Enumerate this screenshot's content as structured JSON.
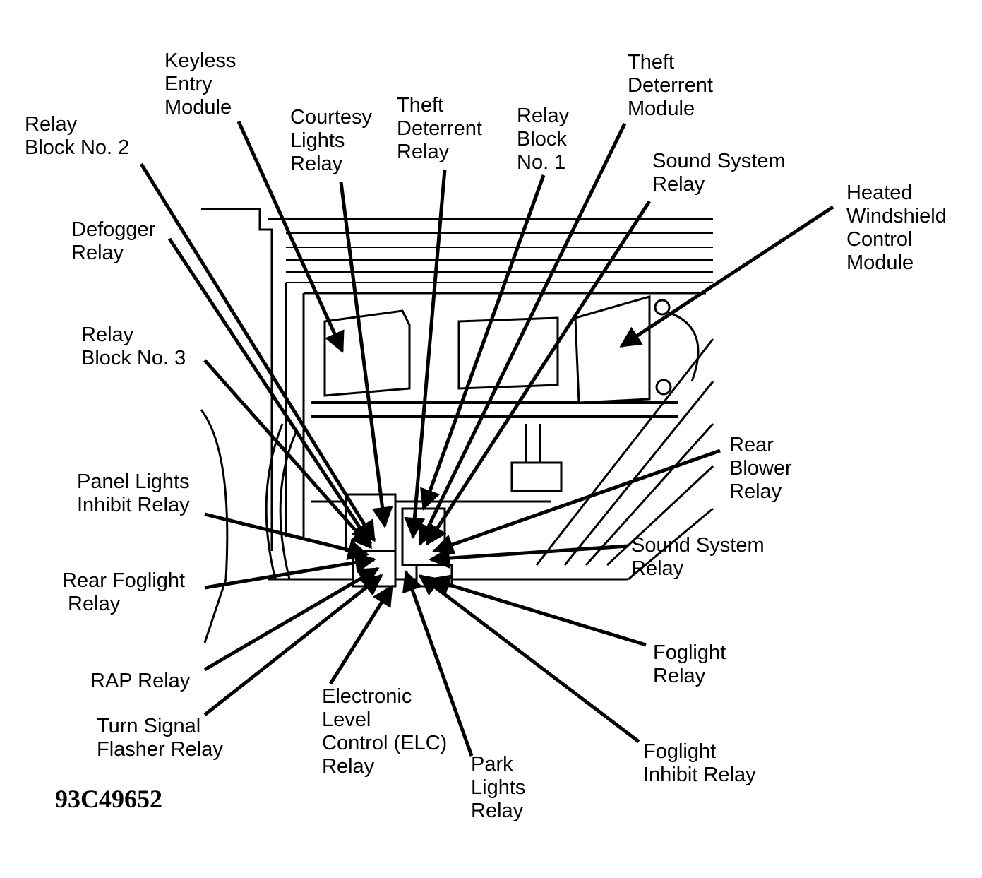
{
  "figure_id": "93C49652",
  "colors": {
    "ink": "#000000",
    "paper": "#ffffff"
  },
  "labels": {
    "keyless_entry_module": "Keyless\nEntry\nModule",
    "relay_block_2": "Relay\nBlock No. 2",
    "courtesy_lights_relay": "Courtesy\nLights\nRelay",
    "theft_deterrent_relay": "Theft\nDeterrent\nRelay",
    "relay_block_1": "Relay\nBlock\nNo. 1",
    "theft_deterrent_module": "Theft\nDeterrent\nModule",
    "sound_system_relay_top": "Sound System\nRelay",
    "heated_windshield_control_module": "Heated\nWindshield\nControl\nModule",
    "defogger_relay": "Defogger\nRelay",
    "relay_block_3": "Relay\nBlock No. 3",
    "rear_blower_relay": "Rear\nBlower\nRelay",
    "panel_lights_inhibit_relay": "Panel Lights\nInhibit Relay",
    "sound_system_relay_bottom": "Sound System\nRelay",
    "rear_foglight_relay": "Rear Foglight\n Relay",
    "foglight_relay": "Foglight\nRelay",
    "rap_relay": "RAP Relay",
    "turn_signal_flasher_relay": "Turn Signal\nFlasher Relay",
    "elc_relay": "Electronic\nLevel\nControl (ELC)\nRelay",
    "park_lights_relay": "Park\nLights\nRelay",
    "foglight_inhibit_relay": "Foglight\nInhibit Relay"
  }
}
